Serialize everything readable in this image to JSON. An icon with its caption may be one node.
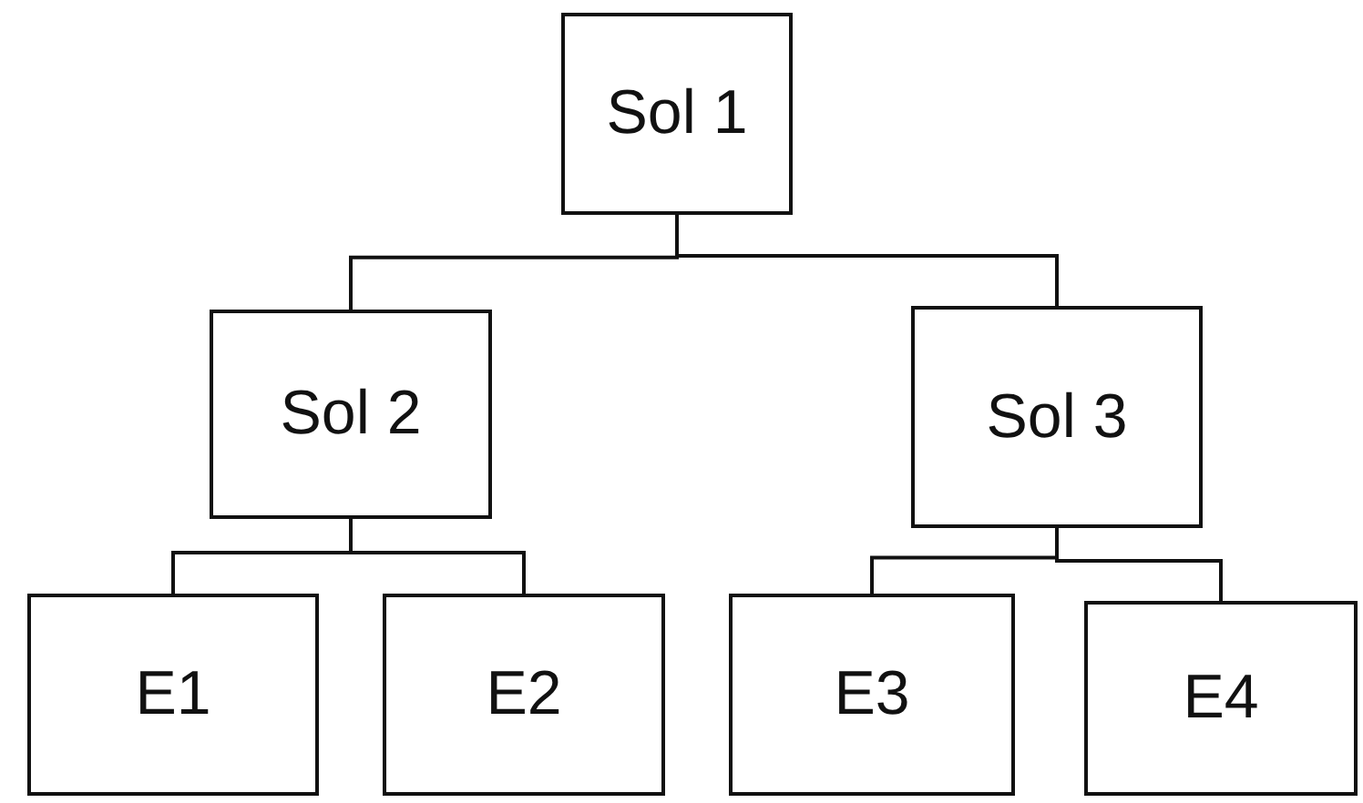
{
  "diagram": {
    "nodes": [
      {
        "text": [
          "Sol 1"
        ]
      },
      {
        "text": [
          "Sol 2"
        ]
      },
      {
        "text": [
          "Sol 3"
        ]
      },
      {
        "text": [
          "E1"
        ]
      },
      {
        "text": [
          "E2"
        ]
      },
      {
        "text": [
          "E3"
        ]
      },
      {
        "text": [
          "E4"
        ]
      }
    ],
    "edges": [
      {
        "from": 0,
        "to": 1,
        "arrow": "none"
      },
      {
        "from": 0,
        "to": 2,
        "arrow": "none"
      },
      {
        "from": 1,
        "to": 3,
        "arrow": "none"
      },
      {
        "from": 1,
        "to": 4,
        "arrow": "none"
      },
      {
        "from": 2,
        "to": 5,
        "arrow": "none"
      },
      {
        "from": 2,
        "to": 6,
        "arrow": "none"
      }
    ]
  }
}
